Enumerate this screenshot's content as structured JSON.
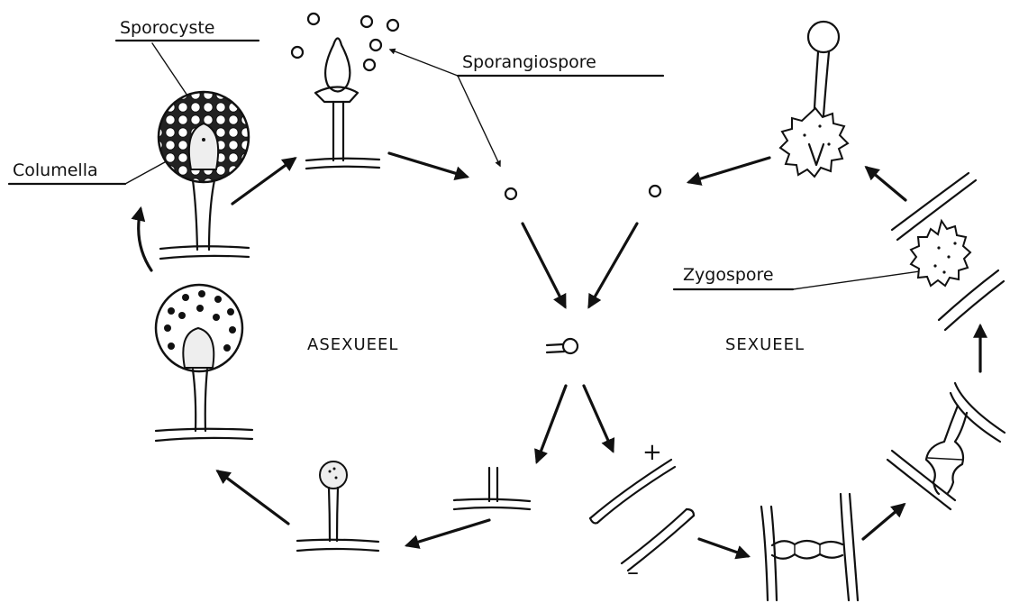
{
  "labels": {
    "sporocyste": "Sporocyste",
    "sporangiospore": "Sporangiospore",
    "columella": "Columella",
    "zygospore": "Zygospore",
    "asexueel": "ASEXUEEL",
    "sexueel": "SEXUEEL",
    "plus": "+",
    "minus": "–"
  }
}
